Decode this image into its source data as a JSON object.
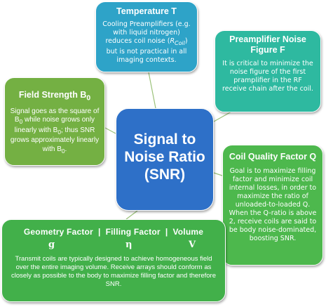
{
  "center": {
    "lines": [
      "Signal to",
      "Noise Ratio",
      "(SNR)"
    ]
  },
  "temperature": {
    "title": "Temperature T",
    "body_pre": "Cooling Preamplifiers (e.g. with liquid nitrogen) reduces coil noise (",
    "body_sym": "R",
    "body_sub": "Coil",
    "body_post": ") but is not practical in all imaging contexts."
  },
  "preamp_noise": {
    "title": "Preamplifier Noise Figure F",
    "body": "It is critical to minimize the noise figure of the first pramplifier in the RF receive chain after the coil."
  },
  "field_strength": {
    "title_text": "Field Strength B",
    "title_sub": "0",
    "body_1": "Signal goes as the square of B",
    "body_sub_1": "0",
    "body_2": " while noise grows only linearly with B",
    "body_sub_2": "0",
    "body_3": "; thus SNR grows approximately linearly with B",
    "body_sub_3": "0",
    "body_4": "."
  },
  "coil_quality": {
    "title": "Coil Quality Factor Q",
    "body": "Goal is to maximize filling factor and minimize coil internal losses, in order to maximize the ratio of unloaded-to-loaded Q. When the Q-ratio is above 2, receive coils are said to be body noise-dominated, boosting SNR."
  },
  "geometry": {
    "title": "Geometry Factor  |  Filling Factor  |  Volume",
    "symbols": [
      "g",
      "η",
      "V"
    ],
    "body": "Transmit coils are typically designed to achieve homogeneous field over the entire imaging volume. Receive arrays should conform as closely as possible to the body to maximize filling factor and therefore SNR."
  },
  "colors": {
    "temperature": "#2ea3c8",
    "preamp_noise": "#2eb9a0",
    "field_strength": "#74b043",
    "center": "#2e70c8",
    "coil_quality": "#4db84d",
    "geometry": "#42b04a",
    "connector": "#9bc27a"
  }
}
